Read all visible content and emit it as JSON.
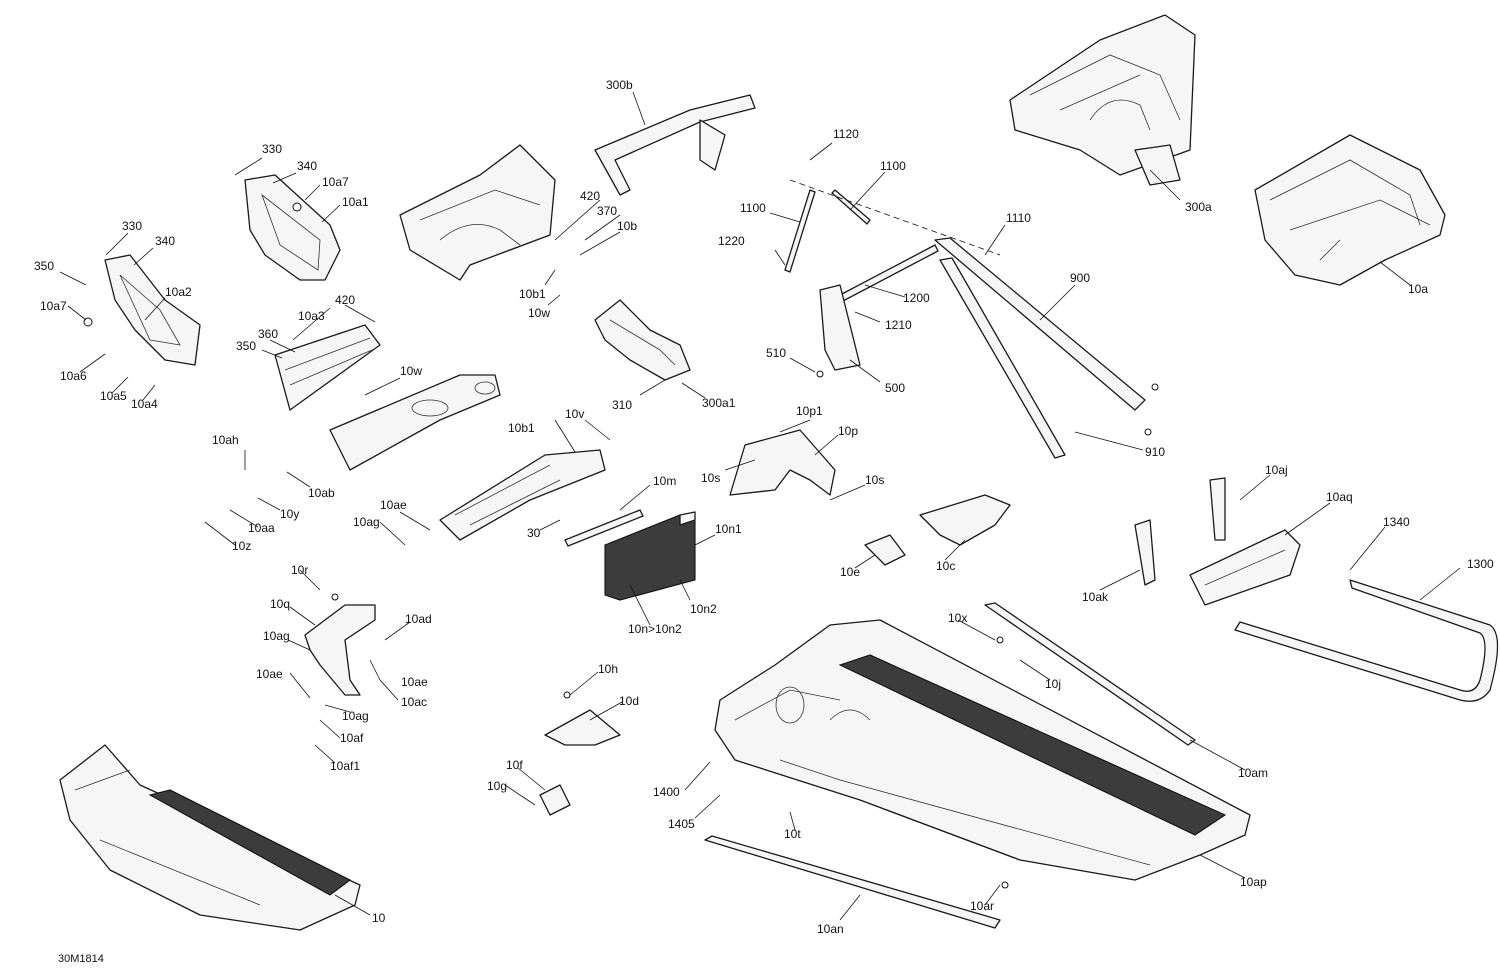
{
  "callouts": {
    "c10": "10",
    "c10a": "10a",
    "c10a1": "10a1",
    "c10a2": "10a2",
    "c10a3": "10a3",
    "c10a4": "10a4",
    "c10a5": "10a5",
    "c10a6": "10a6",
    "c10a7_top": "10a7",
    "c10a7_left": "10a7",
    "c10aa": "10aa",
    "c10ab": "10ab",
    "c10ac": "10ac",
    "c10ad": "10ad",
    "c10ae_a": "10ae",
    "c10ae_b": "10ae",
    "c10ae_c": "10ae",
    "c10af": "10af",
    "c10af1": "10af1",
    "c10ag_a": "10ag",
    "c10ag_b": "10ag",
    "c10ag_c": "10ag",
    "c10ah": "10ah",
    "c10aj": "10aj",
    "c10ak": "10ak",
    "c10am": "10am",
    "c10an": "10an",
    "c10ap": "10ap",
    "c10aq": "10aq",
    "c10ar": "10ar",
    "c10b": "10b",
    "c10b1_a": "10b1",
    "c10b1_b": "10b1",
    "c10c": "10c",
    "c10d": "10d",
    "c10e": "10e",
    "c10f": "10f",
    "c10g": "10g",
    "c10h": "10h",
    "c10j": "10j",
    "c10m": "10m",
    "c10n": "10n>10n2",
    "c10n1": "10n1",
    "c10n2": "10n2",
    "c10p": "10p",
    "c10p1": "10p1",
    "c10q": "10q",
    "c10r": "10r",
    "c10s_a": "10s",
    "c10s_b": "10s",
    "c10t": "10t",
    "c10v": "10v",
    "c10w_a": "10w",
    "c10w_b": "10w",
    "c10x": "10x",
    "c10y": "10y",
    "c10z": "10z",
    "c30": "30",
    "c300a": "300a",
    "c300a1": "300a1",
    "c300b": "300b",
    "c310": "310",
    "c330_a": "330",
    "c330_b": "330",
    "c340_a": "340",
    "c340_b": "340",
    "c350_a": "350",
    "c350_b": "350",
    "c360": "360",
    "c370": "370",
    "c420_a": "420",
    "c420_b": "420",
    "c500": "500",
    "c510": "510",
    "c900": "900",
    "c910": "910",
    "c1100_a": "1100",
    "c1100_b": "1100",
    "c1110": "1110",
    "c1120": "1120",
    "c1200": "1200",
    "c1210": "1210",
    "c1220": "1220",
    "c1300": "1300",
    "c1340": "1340",
    "c1400": "1400",
    "c1405": "1405"
  },
  "figure_code": "30M1814"
}
